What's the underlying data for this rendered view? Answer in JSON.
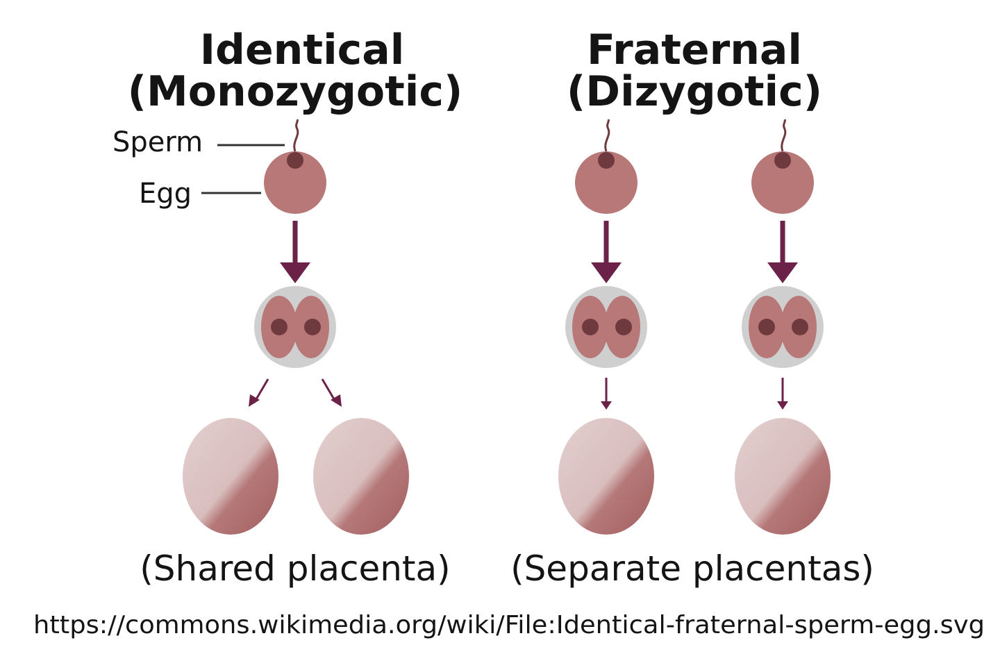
{
  "identical": {
    "title_line1": "Identical",
    "title_line2": "(Monozygotic)",
    "sperm_label": "Sperm",
    "egg_label": "Egg",
    "caption": "(Shared placenta)"
  },
  "fraternal": {
    "title_line1": "Fraternal",
    "title_line2": "(Dizygotic)",
    "caption": "(Separate placentas)"
  },
  "source_url": "https://commons.wikimedia.org/wiki/File:Identical-fraternal-sperm-egg.svg",
  "colors": {
    "egg": "#b87878",
    "nucleus": "#6e3a3e",
    "arrow": "#6b2148",
    "zygote_shell": "#cfcfcf",
    "placenta_light": "#dcc4c4",
    "placenta_dark": "#a86868",
    "text": "#141414"
  }
}
